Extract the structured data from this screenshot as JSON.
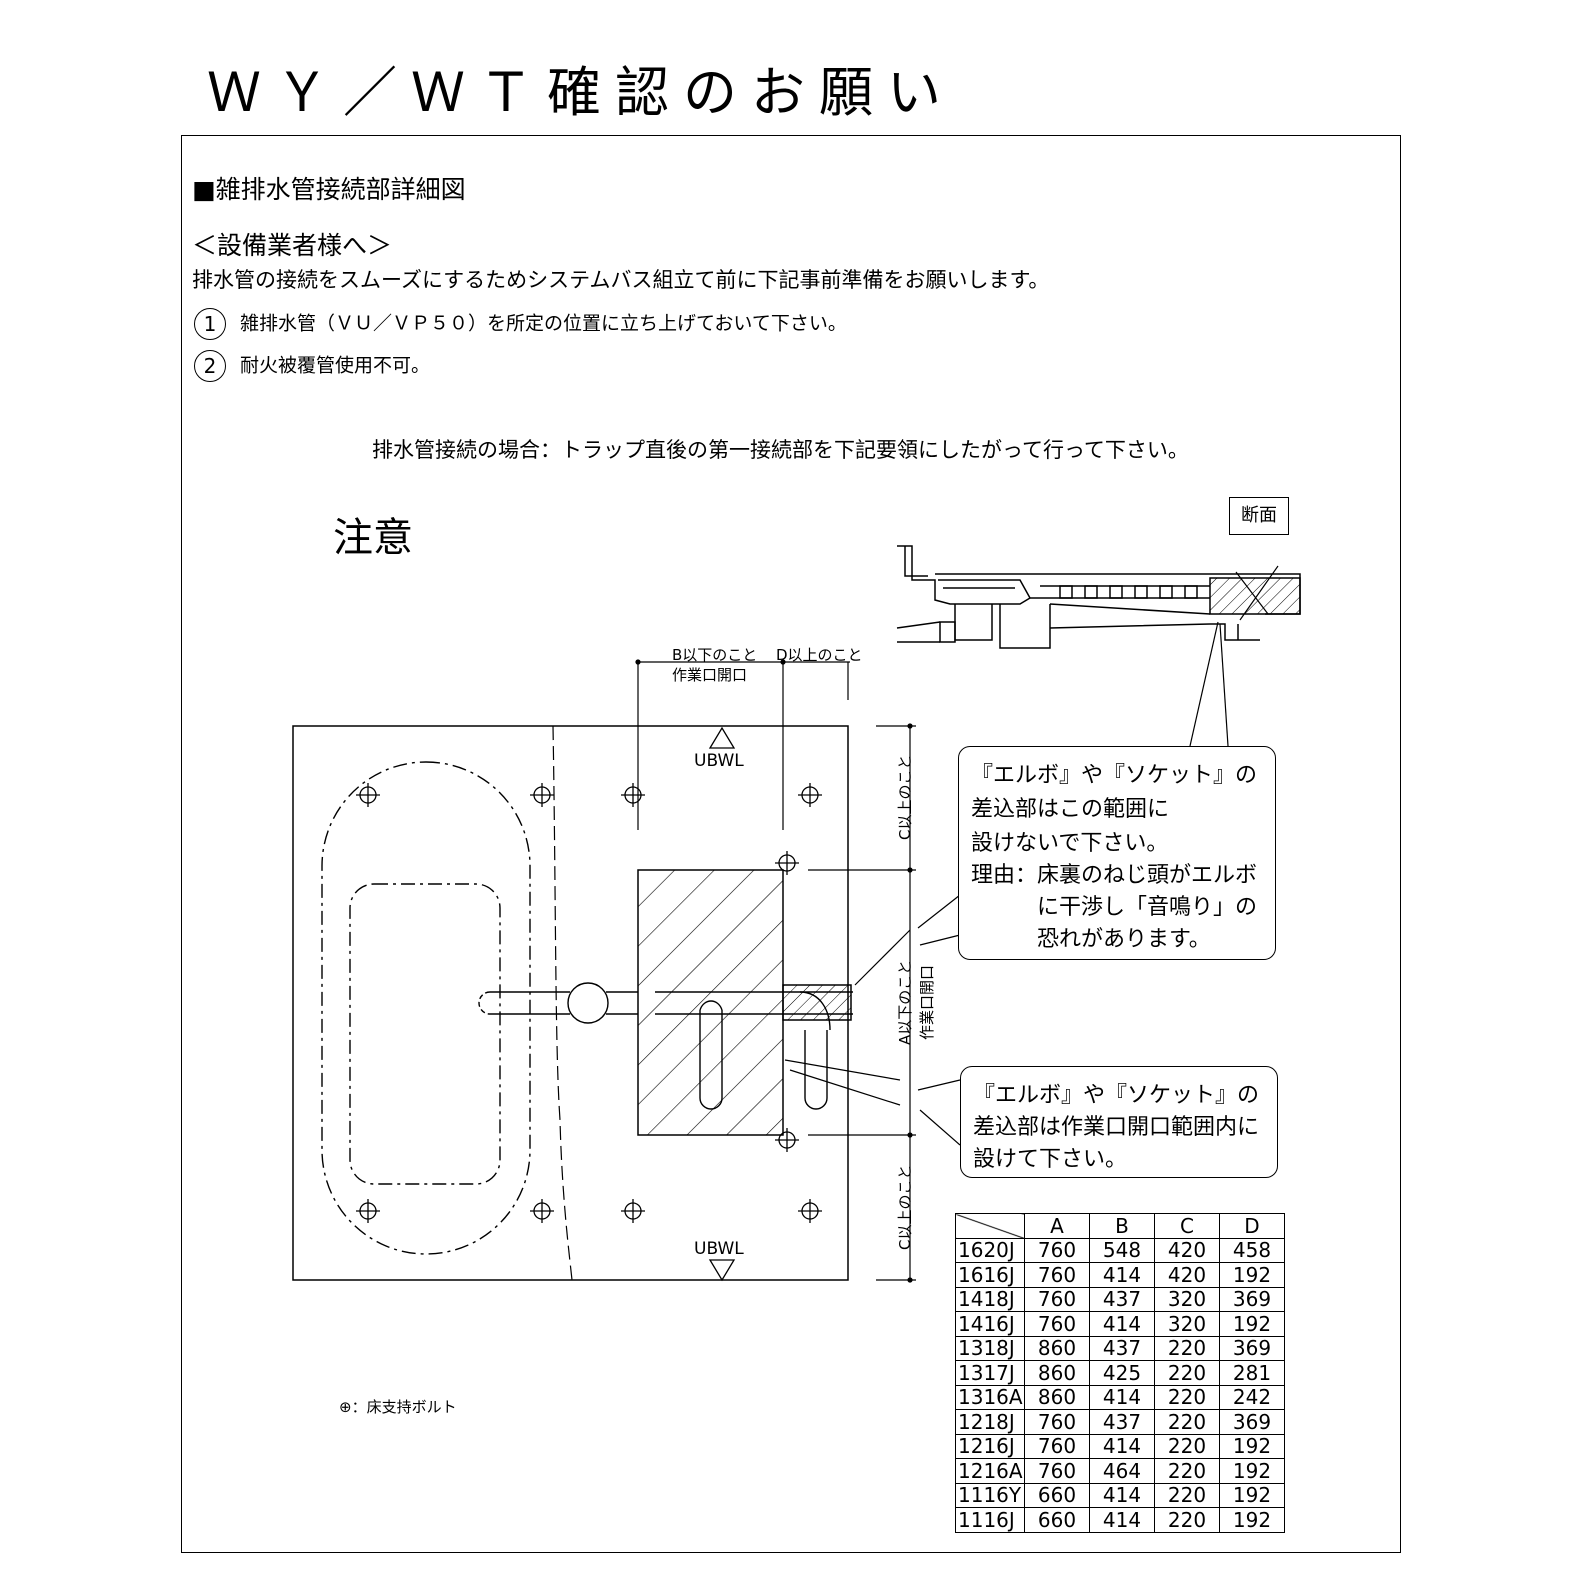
{
  "title": "ＷＹ／ＷＴ確認のお願い",
  "section_heading": "■雑排水管接続部詳細図",
  "to_contractor": "＜設備業者様へ＞",
  "intro": "排水管の接続をスムーズにするためシステムバス組立て前に下記事前準備をお願いします。",
  "items": [
    {
      "num": "1",
      "text": "雑排水管（ＶＵ／ＶＰ５０）を所定の位置に立ち上げておいて下さい。"
    },
    {
      "num": "2",
      "text": "耐火被覆管使用不可。"
    }
  ],
  "connection_note": "排水管接続の場合：トラップ直後の第一接続部を下記要領にしたがって行って下さい。",
  "caution": "注意",
  "section_label": "断面",
  "diagram": {
    "b_label": "B以下のこと",
    "b_sub": "作業口開口",
    "d_label": "D以上のこと",
    "c_label_top": "C以上のこと",
    "a_label": "A以下のこと",
    "a_sub": "作業口開口",
    "c_label_bottom": "C以上のこと",
    "ubwl_top": "UBWL",
    "ubwl_bottom": "UBWL",
    "bolt_legend": "⊕：床支持ボルト"
  },
  "callout_top": [
    "『エルボ』や『ソケット』の",
    "差込部はこの範囲に",
    "設けないで下さい。",
    "理由：床裏のねじ頭がエルボ",
    "　　　に干渉し「音鳴り」の",
    "　　　恐れがあります。"
  ],
  "callout_bottom": [
    "『エルボ』や『ソケット』の",
    "差込部は作業口開口範囲内に",
    "設けて下さい。"
  ],
  "table": {
    "headers": [
      "",
      "A",
      "B",
      "C",
      "D"
    ],
    "rows": [
      [
        "1620J",
        "760",
        "548",
        "420",
        "458"
      ],
      [
        "1616J",
        "760",
        "414",
        "420",
        "192"
      ],
      [
        "1418J",
        "760",
        "437",
        "320",
        "369"
      ],
      [
        "1416J",
        "760",
        "414",
        "320",
        "192"
      ],
      [
        "1318J",
        "860",
        "437",
        "220",
        "369"
      ],
      [
        "1317J",
        "860",
        "425",
        "220",
        "281"
      ],
      [
        "1316A",
        "860",
        "414",
        "220",
        "242"
      ],
      [
        "1218J",
        "760",
        "437",
        "220",
        "369"
      ],
      [
        "1216J",
        "760",
        "414",
        "220",
        "192"
      ],
      [
        "1216A",
        "760",
        "464",
        "220",
        "192"
      ],
      [
        "1116Y",
        "660",
        "414",
        "220",
        "192"
      ],
      [
        "1116J",
        "660",
        "414",
        "220",
        "192"
      ]
    ]
  }
}
